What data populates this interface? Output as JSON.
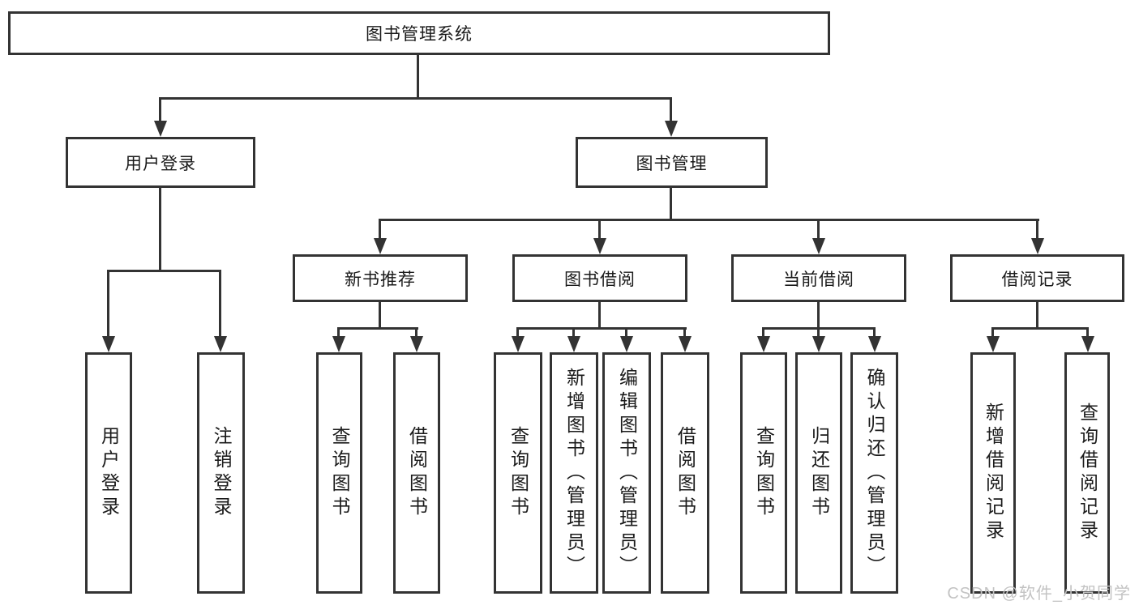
{
  "diagram": {
    "root": {
      "label": "图书管理系统"
    },
    "branches": [
      {
        "label": "用户登录",
        "children": [
          {
            "label": "用户登录"
          },
          {
            "label": "注销登录"
          }
        ]
      },
      {
        "label": "图书管理",
        "groups": [
          {
            "label": "新书推荐",
            "children": [
              {
                "label": "查询图书"
              },
              {
                "label": "借阅图书"
              }
            ]
          },
          {
            "label": "图书借阅",
            "children": [
              {
                "label": "查询图书"
              },
              {
                "label": "新增图书（管理员）"
              },
              {
                "label": "编辑图书（管理员）"
              },
              {
                "label": "借阅图书"
              }
            ]
          },
          {
            "label": "当前借阅",
            "children": [
              {
                "label": "查询图书"
              },
              {
                "label": "归还图书"
              },
              {
                "label": "确认归还（管理员）"
              }
            ]
          },
          {
            "label": "借阅记录",
            "children": [
              {
                "label": "新增借阅记录"
              },
              {
                "label": "查询借阅记录"
              }
            ]
          }
        ]
      }
    ],
    "watermark": "CSDN @软件_小贺同学",
    "colors": {
      "line": "#333333",
      "text": "#1a1a1a",
      "background": "#ffffff",
      "watermark": "#c3c3c3"
    }
  }
}
